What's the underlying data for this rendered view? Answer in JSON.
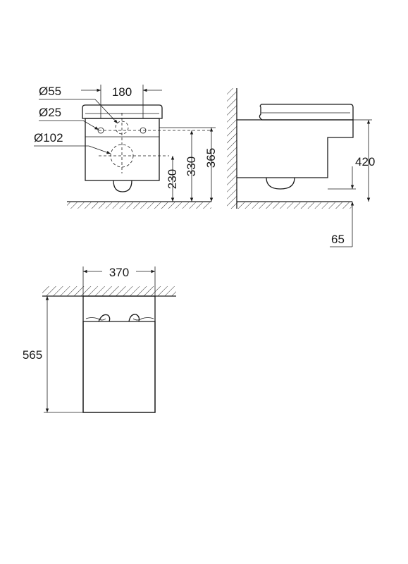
{
  "front_view": {
    "dim_width": "180",
    "dim_d55": "Ø55",
    "dim_d25": "Ø25",
    "dim_d102": "Ø102",
    "dim_230": "230",
    "dim_330": "330",
    "dim_365": "365"
  },
  "side_view": {
    "dim_420": "420",
    "dim_65": "65"
  },
  "top_view": {
    "dim_width": "370",
    "dim_depth": "565"
  }
}
